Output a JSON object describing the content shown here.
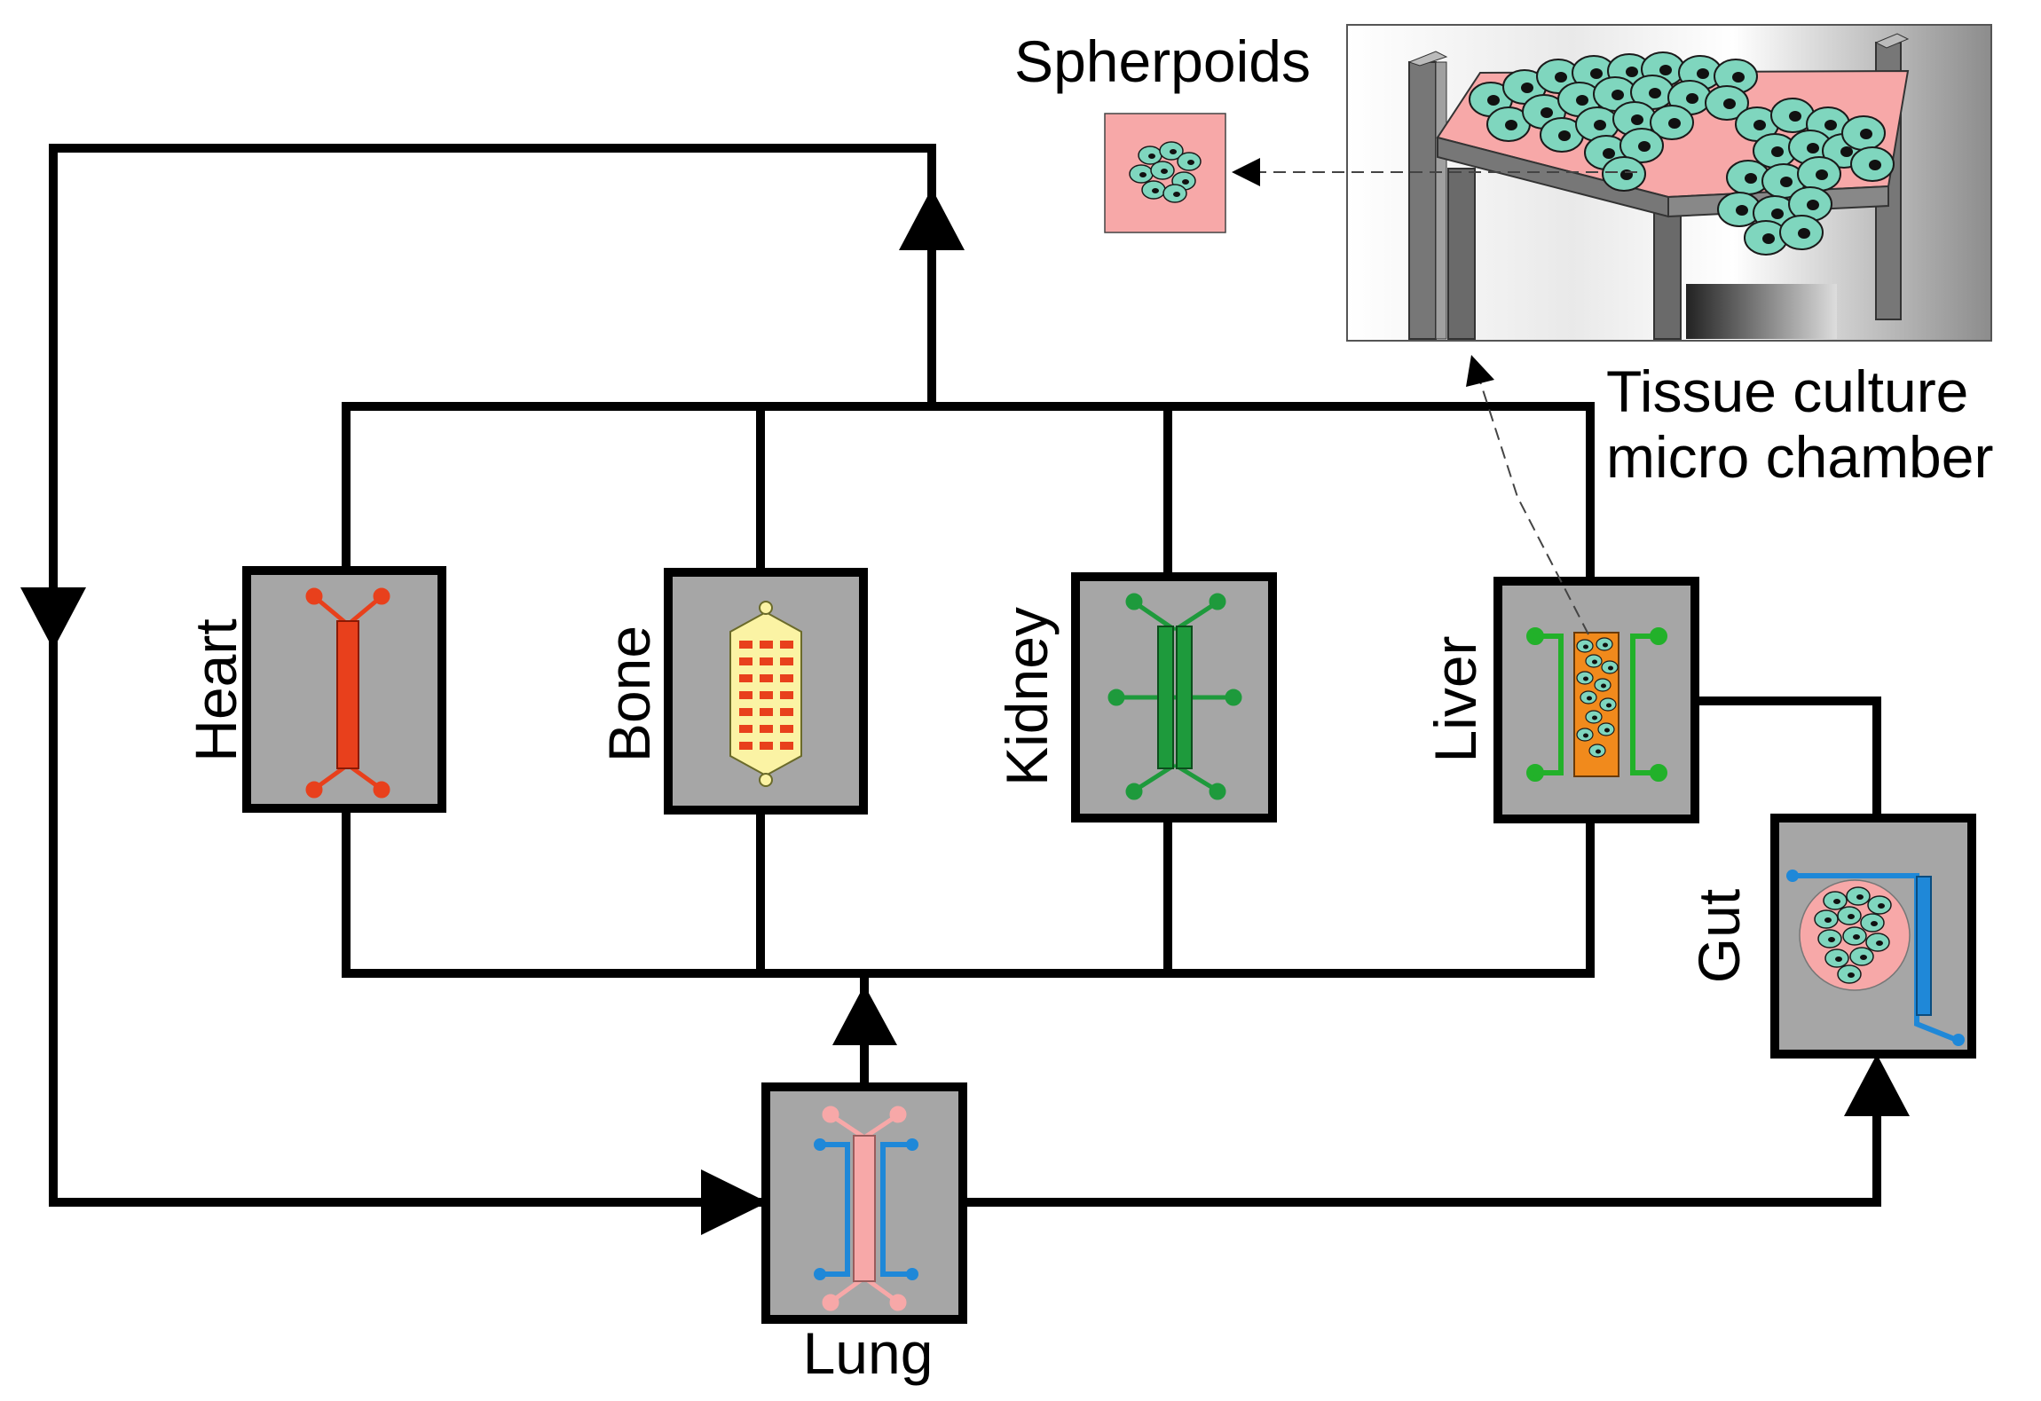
{
  "title": "",
  "organs": {
    "heart": "Heart",
    "bone": "Bone",
    "kidney": "Kidney",
    "liver": "Liver",
    "gut": "Gut",
    "lung": "Lung"
  },
  "callouts": {
    "spheroids": "Spherpoids",
    "chamber_line1": "Tissue culture",
    "chamber_line2": "micro chamber"
  },
  "colors": {
    "heart": "#e8401c",
    "bone_fill": "#fbf3a4",
    "bone_block": "#e8401c",
    "kidney": "#1e9a3c",
    "liver_channel": "#f18a1c",
    "liver_frame": "#22b12a",
    "gut_channel": "#1f88d8",
    "lung_pink": "#f7a8a8",
    "lung_blue": "#1f88d8",
    "cell": "#7fd6be",
    "box_fill": "#a6a6a6",
    "spheroid_bg": "#f7a8a8"
  }
}
